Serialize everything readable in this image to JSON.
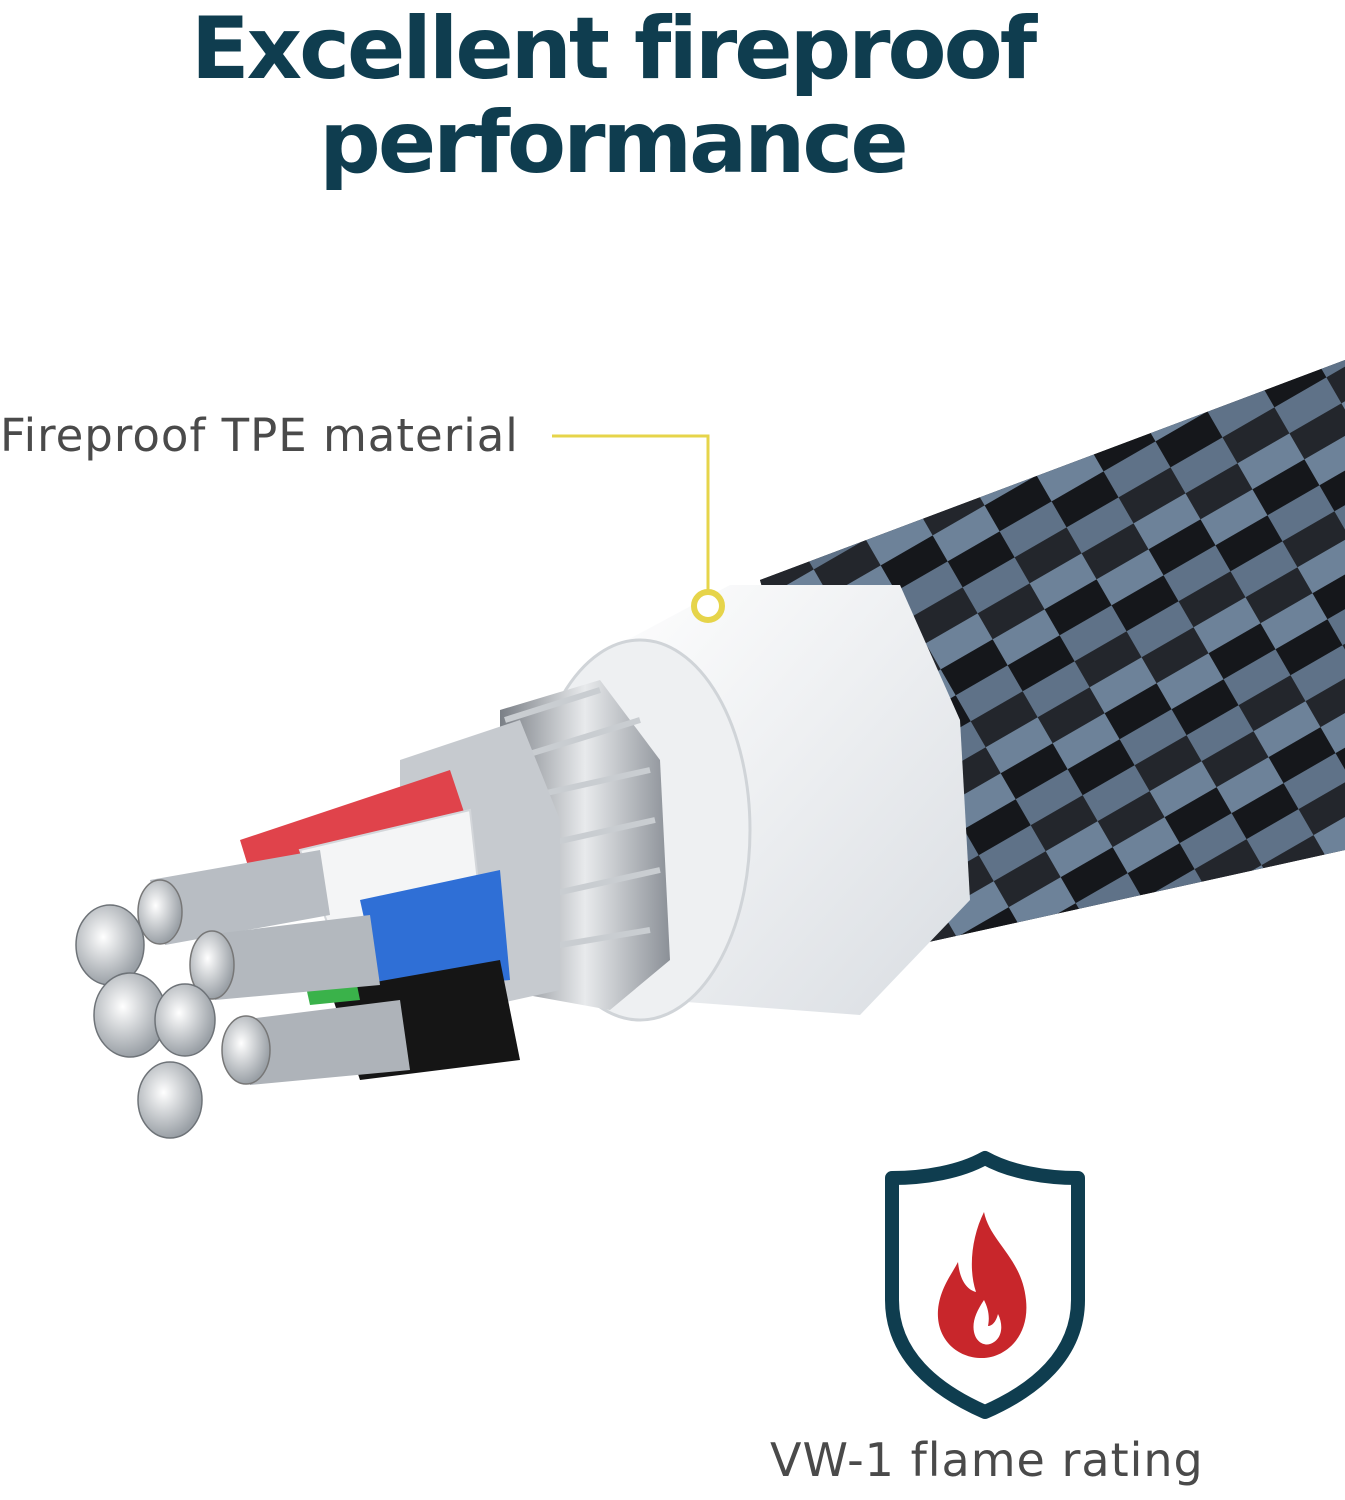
{
  "headline": {
    "line1": "Excellent fireproof",
    "line2": "performance"
  },
  "callout": {
    "label": "Fireproof TPE material",
    "color": "#e6d44a"
  },
  "badge": {
    "icon": "shield-flame-icon",
    "label": "VW-1 flame rating",
    "shield_color": "#0f3d4f",
    "flame_color": "#c8262b"
  },
  "colors": {
    "headline": "#0f3d4f",
    "text": "#4a4a4a",
    "braid_dark": "#1a1c20",
    "braid_light": "#6b7f95"
  }
}
